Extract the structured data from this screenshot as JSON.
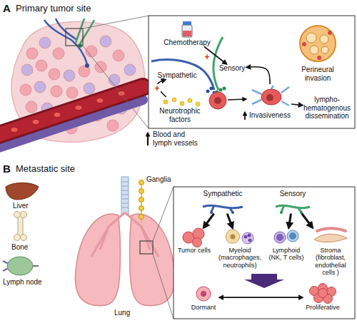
{
  "diagram": {
    "nodes": [
      {
        "text": [
          "Chemotherapy"
        ]
      },
      {
        "text": [
          "Sensory"
        ]
      },
      {
        "text": [
          "Sympathetic"
        ]
      },
      {
        "text": [
          "Perineural invasion"
        ]
      },
      {
        "text": [
          "Neurotrophic factors"
        ]
      },
      {
        "text": [
          "Invasiveness"
        ]
      },
      {
        "text": [
          "lympho-hematogenous dissemination"
        ]
      },
      {
        "text": [
          "Sympathetic"
        ]
      },
      {
        "text": [
          "Sensory"
        ]
      },
      {
        "text": [
          "Tumor cells"
        ]
      },
      {
        "text": [
          "Myeloid (macrophages, neutrophils)"
        ]
      },
      {
        "text": [
          "Lymphoid (NK, T cells)"
        ]
      },
      {
        "text": [
          "Stroma (fibroblast, endothelial cells )"
        ]
      },
      {
        "text": [
          "Dormant"
        ]
      },
      {
        "text": [
          "Proliferative"
        ]
      }
    ],
    "edges": [
      {
        "from": 0,
        "to": 1,
        "label": "+",
        "arrow": "to"
      },
      {
        "from": 4,
        "to": 2,
        "label": "+",
        "arrow": "to"
      },
      {
        "from": 5,
        "to": 1,
        "arrow": "to"
      },
      {
        "from": 5,
        "to": 6,
        "arrow": "to"
      },
      {
        "from": 7,
        "to": 9,
        "arrow": "to"
      },
      {
        "from": 7,
        "to": 10,
        "arrow": "to"
      },
      {
        "from": 8,
        "to": 11,
        "arrow": "to"
      },
      {
        "from": 8,
        "to": 12,
        "arrow": "to"
      },
      {
        "from": 13,
        "to": 14,
        "arrow": "both"
      }
    ],
    "labels": [
      "A",
      "Primary tumor site",
      "Blood and lymph vessels",
      "B",
      "Metastatic site",
      "Liver",
      "Bone",
      "Lymph node",
      "Ganglia",
      "Lung"
    ]
  }
}
